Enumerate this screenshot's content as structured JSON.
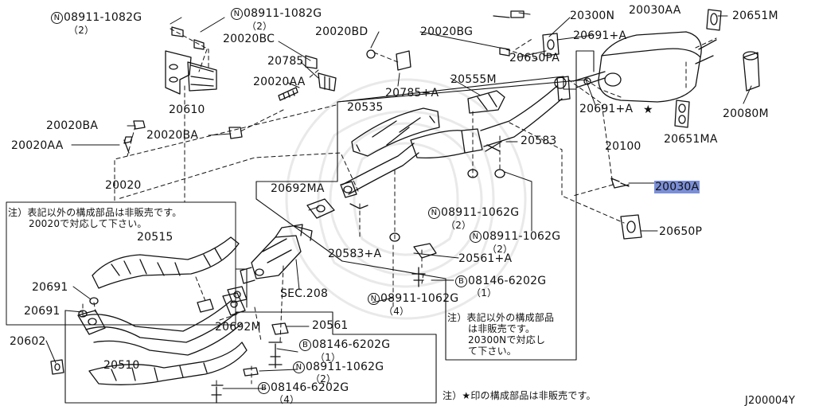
{
  "diagram": {
    "ref_code": "J200004Y",
    "highlight_color": "#7b8fd8",
    "labels": {
      "n_08911_1082G_left": {
        "prefix": "N",
        "code": "08911-1082G",
        "qty": "（2）"
      },
      "n_08911_1082G_right": {
        "prefix": "N",
        "code": "08911-1082G",
        "qty": "（2）"
      },
      "p20020BC": "20020BC",
      "p20020BD": "20020BD",
      "p20020BG": "20020BG",
      "p20030AA": "20030AA",
      "p20300N": "20300N",
      "p20651M": "20651M",
      "p20691A_top": "20691+A",
      "p20650PA": "20650PA",
      "p20785": "20785",
      "p20020AA_top": "20020AA",
      "p20610": "20610",
      "p20785A": "20785+A",
      "p20555M": "20555M",
      "p20691A_mid": "20691+A",
      "p20080M": "20080M",
      "p20020BA_top": "20020BA",
      "p20020BA_mid": "20020BA",
      "p20020AA_left": "20020AA",
      "p20535": "20535",
      "p20100": "20100",
      "p20651MA": "20651MA",
      "p20583": "20583",
      "p20020": "20020",
      "p20692MA": "20692MA",
      "p20030A": "20030A",
      "n_08911_1062G_a": {
        "prefix": "N",
        "code": "08911-1062G",
        "qty": "（2）"
      },
      "n_08911_1062G_b": {
        "prefix": "N",
        "code": "08911-1062G",
        "qty": "（2）"
      },
      "p20650P": "20650P",
      "p20515": "20515",
      "p20583A": "20583+A",
      "p20561A": "20561+A",
      "b_08146_6202G_a": {
        "prefix": "B",
        "code": "08146-6202G",
        "qty": "（1）"
      },
      "sec208": "SEC.208",
      "p20691_a": "20691",
      "p20691_b": "20691",
      "n_08911_1062G_c": {
        "prefix": "N",
        "code": "08911-1062G",
        "qty": "（4）"
      },
      "p20692M": "20692M",
      "p20561": "20561",
      "p20602": "20602",
      "b_08146_6202G_b": {
        "prefix": "B",
        "code": "08146-6202G",
        "qty": "（1）"
      },
      "p20510": "20510",
      "n_08911_1062G_d": {
        "prefix": "N",
        "code": "08911-1062G",
        "qty": "（2）"
      },
      "b_08146_6202G_c": {
        "prefix": "B",
        "code": "08146-6202G",
        "qty": "（4）"
      }
    },
    "notes": {
      "note1": [
        "注）表記以外の構成部品は非販売です。",
        "20020で対応して下さい。"
      ],
      "note2": [
        "注）表記以外の構成部品",
        "は非販売です。",
        "20300Nで対応し",
        "て下さい。"
      ],
      "note3": "注）★印の構成部品は非販売です。"
    },
    "marker": "★"
  }
}
